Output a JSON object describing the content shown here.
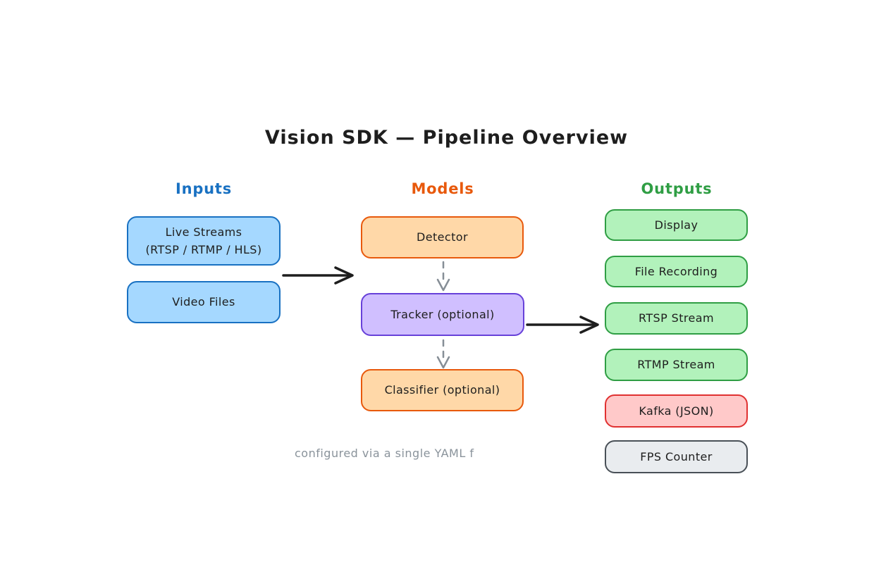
{
  "title": "Vision SDK — Pipeline Overview",
  "caption": "configured via a single YAML f",
  "columns": [
    {
      "label": "Inputs",
      "color": "#1971c2",
      "nodes": [
        {
          "id": "live-streams",
          "lines": [
            "Live Streams",
            "(RTSP / RTMP / HLS)"
          ],
          "fill": "#a5d8ff",
          "stroke": "#1971c2"
        },
        {
          "id": "video-files",
          "lines": [
            "Video Files"
          ],
          "fill": "#a5d8ff",
          "stroke": "#1971c2"
        }
      ]
    },
    {
      "label": "Models",
      "color": "#e8590c",
      "nodes": [
        {
          "id": "detector",
          "lines": [
            "Detector"
          ],
          "fill": "#ffd8a8",
          "stroke": "#e8590c"
        },
        {
          "id": "tracker",
          "lines": [
            "Tracker (optional)"
          ],
          "fill": "#d0bfff",
          "stroke": "#6741d9"
        },
        {
          "id": "classifier",
          "lines": [
            "Classifier (optional)"
          ],
          "fill": "#ffd8a8",
          "stroke": "#e8590c"
        }
      ]
    },
    {
      "label": "Outputs",
      "color": "#2f9e44",
      "nodes": [
        {
          "id": "display",
          "lines": [
            "Display"
          ],
          "fill": "#b2f2bb",
          "stroke": "#2f9e44"
        },
        {
          "id": "file-recording",
          "lines": [
            "File Recording"
          ],
          "fill": "#b2f2bb",
          "stroke": "#2f9e44"
        },
        {
          "id": "rtsp-stream",
          "lines": [
            "RTSP Stream"
          ],
          "fill": "#b2f2bb",
          "stroke": "#2f9e44"
        },
        {
          "id": "rtmp-stream",
          "lines": [
            "RTMP Stream"
          ],
          "fill": "#b2f2bb",
          "stroke": "#2f9e44"
        },
        {
          "id": "kafka-json",
          "lines": [
            "Kafka (JSON)"
          ],
          "fill": "#ffc9c9",
          "stroke": "#e03131"
        },
        {
          "id": "fps-counter",
          "lines": [
            "FPS Counter"
          ],
          "fill": "#e9ecef",
          "stroke": "#495057"
        }
      ]
    }
  ],
  "edges": [
    {
      "from": "inputs",
      "to": "models",
      "style": "solid",
      "color": "#1e1e1e"
    },
    {
      "from": "detector",
      "to": "tracker",
      "style": "dashed",
      "color": "#868e96"
    },
    {
      "from": "tracker",
      "to": "classifier",
      "style": "dashed",
      "color": "#868e96"
    },
    {
      "from": "tracker",
      "to": "rtsp-stream",
      "style": "solid",
      "color": "#1e1e1e"
    }
  ]
}
